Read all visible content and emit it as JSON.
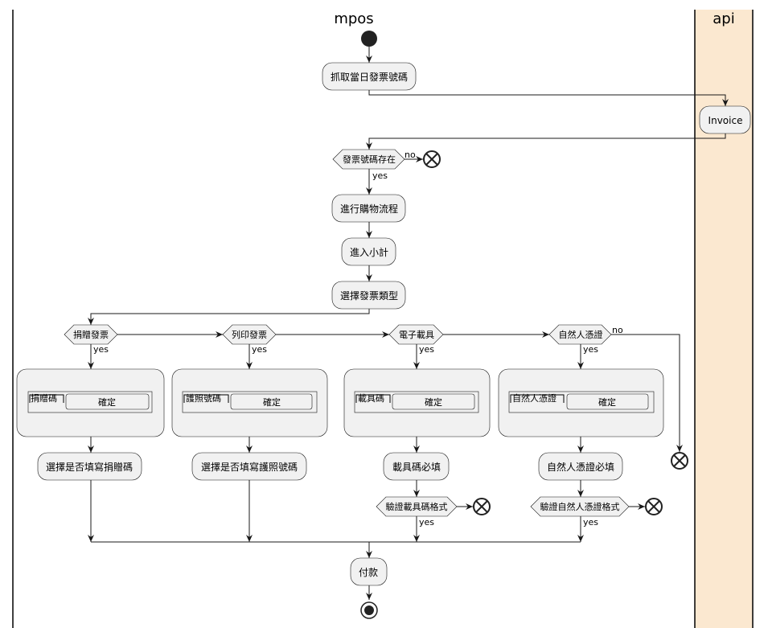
{
  "lanes": {
    "mpos": "mpos",
    "api": "api"
  },
  "colors": {
    "api_lane_bg": "#fbe8d0",
    "node_fill": "#f1f1f1",
    "line": "#181818"
  },
  "nodes": {
    "fetch": "抓取當日發票號碼",
    "invoice": "Invoice",
    "shopping": "進行購物流程",
    "subtotal": "進入小計",
    "select_type": "選擇發票類型",
    "donate_choice": "選擇是否填寫捐贈碼",
    "print_choice": "選擇是否填寫護照號碼",
    "carrier_required": "載具碼必填",
    "cert_required": "自然人憑證必填",
    "pay": "付款"
  },
  "decisions": {
    "exists": "發票號碼存在",
    "donate": "捐贈發票",
    "print": "列印發票",
    "carrier": "電子載具",
    "cert": "自然人憑證",
    "verify_carrier": "驗證載具碼格式",
    "verify_cert": "驗證自然人憑證格式"
  },
  "forms": {
    "donate": {
      "label": "捐贈碼",
      "button": "確定"
    },
    "passport": {
      "label": "護照號碼",
      "button": "確定"
    },
    "carrier": {
      "label": "載具碼",
      "button": "確定"
    },
    "cert": {
      "label": "自然人憑證",
      "button": "確定"
    }
  },
  "branch_labels": {
    "yes": "yes",
    "no": "no"
  }
}
